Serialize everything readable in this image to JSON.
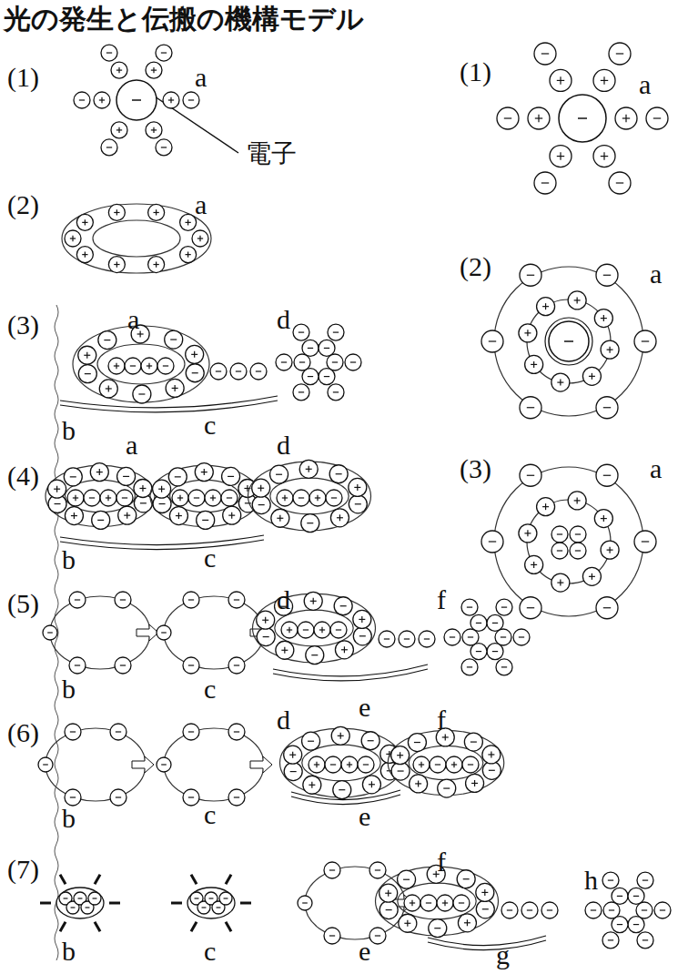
{
  "diagram": {
    "title": "光の発生と伝搬の機構モデル",
    "labels": [
      "(1)",
      "a",
      "電子",
      "(2)",
      "a",
      "(3)",
      "a",
      "d",
      "b",
      "c",
      "(4)",
      "a",
      "d",
      "b",
      "c",
      "(5)",
      "d",
      "f",
      "b",
      "c",
      "e",
      "(6)",
      "d",
      "f",
      "b",
      "c",
      "e",
      "(7)",
      "f",
      "h",
      "b",
      "c",
      "e",
      "g",
      "(1)",
      "a",
      "(2)",
      "a",
      "(3)",
      "a"
    ]
  }
}
